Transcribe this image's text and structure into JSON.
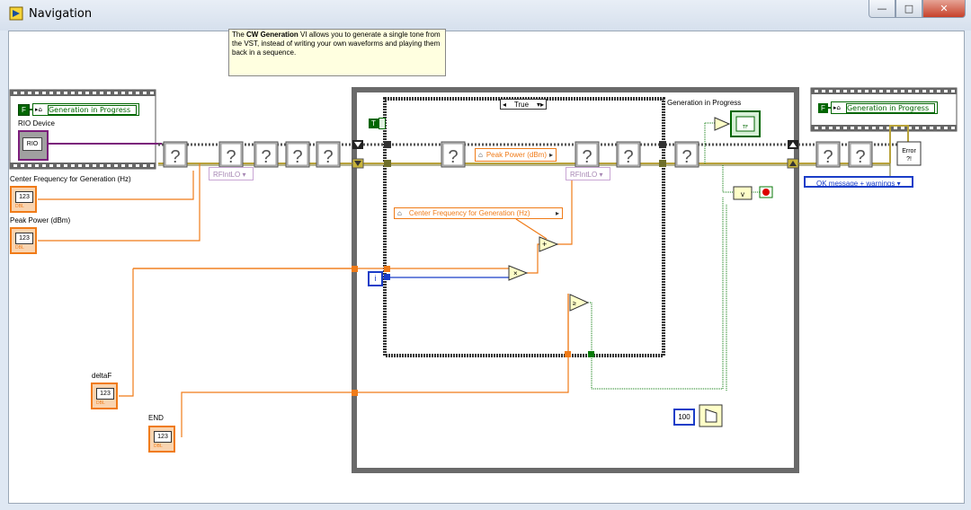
{
  "window": {
    "title": "Navigation",
    "minimize_glyph": "—",
    "maximize_glyph": "□",
    "close_glyph": "✕"
  },
  "note": {
    "prefix": "The ",
    "bold": "CW Generation",
    "text": " VI allows you to generate a single tone from the VST, instead of writing your own waveforms and playing them back in a sequence."
  },
  "labels": {
    "rio_device": "RIO Device",
    "center_freq": "Center Frequency for Generation (Hz)",
    "peak_power": "Peak Power (dBm)",
    "delta_f": "deltaF",
    "end": "END",
    "gen_progress": "Generation in Progress"
  },
  "nodes": {
    "left_gen_local": "Generation in Progress",
    "right_gen_local": "Generation in Progress",
    "case_selector": "True",
    "peak_power_prop": "Peak Power (dBm)",
    "center_freq_prop": "Center Frequency for Generation (Hz)",
    "rfintlo_1": "RFIntLO",
    "rfintlo_2": "RFIntLO",
    "error_dropdown": "OK message + warnings",
    "wait_const": "100",
    "false_const": "F",
    "true_const": "T",
    "iter_terminal": "i",
    "dbl_tag": "DBL",
    "u32_tag": "123",
    "rio_glyph": "RIO"
  },
  "colors": {
    "orange_wire": "#f07b18",
    "purple_wire": "#7b1e7b",
    "green_bool": "#006600",
    "border_gray": "#666666",
    "error_wire": "#cbb24a"
  }
}
